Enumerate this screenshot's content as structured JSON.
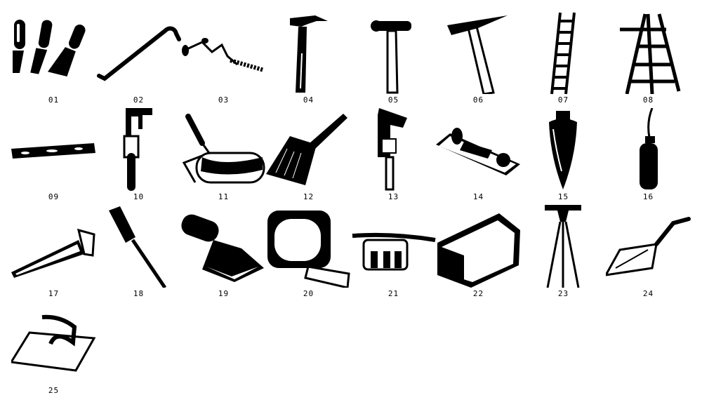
{
  "items": [
    {
      "num": "01",
      "icon": "chisels-icon"
    },
    {
      "num": "02",
      "icon": "crowbar-icon"
    },
    {
      "num": "03",
      "icon": "hand-drill-icon"
    },
    {
      "num": "04",
      "icon": "claw-hammer-icon"
    },
    {
      "num": "05",
      "icon": "ball-peen-hammer-icon"
    },
    {
      "num": "06",
      "icon": "mason-hammer-icon"
    },
    {
      "num": "07",
      "icon": "ladder-icon"
    },
    {
      "num": "08",
      "icon": "step-ladder-icon"
    },
    {
      "num": "09",
      "icon": "spirit-level-icon"
    },
    {
      "num": "10",
      "icon": "adjustable-wrench-icon"
    },
    {
      "num": "11",
      "icon": "paint-roller-icon"
    },
    {
      "num": "12",
      "icon": "paint-brush-icon"
    },
    {
      "num": "13",
      "icon": "pipe-wrench-icon"
    },
    {
      "num": "14",
      "icon": "wood-plane-icon"
    },
    {
      "num": "15",
      "icon": "plumb-bob-icon"
    },
    {
      "num": "16",
      "icon": "oil-can-icon"
    },
    {
      "num": "17",
      "icon": "hand-saw-icon"
    },
    {
      "num": "18",
      "icon": "screwdriver-icon"
    },
    {
      "num": "19",
      "icon": "scraper-icon"
    },
    {
      "num": "20",
      "icon": "tape-measure-icon"
    },
    {
      "num": "21",
      "icon": "tool-belt-icon"
    },
    {
      "num": "22",
      "icon": "toolbox-icon"
    },
    {
      "num": "23",
      "icon": "tripod-level-icon"
    },
    {
      "num": "24",
      "icon": "trowel-icon"
    },
    {
      "num": "25",
      "icon": "float-trowel-icon"
    }
  ]
}
